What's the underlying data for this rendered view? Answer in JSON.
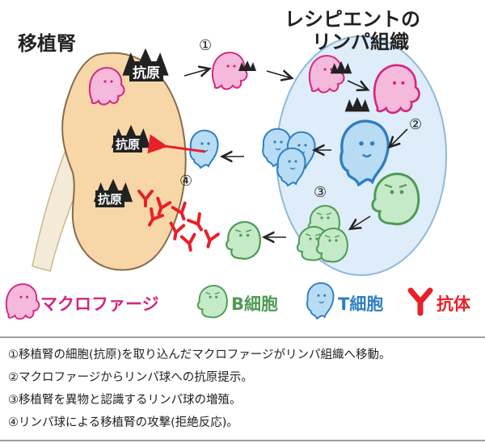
{
  "labels": {
    "kidney": "移植腎",
    "lymph_line1": "レシピエントの",
    "lymph_line2": "リンパ組織",
    "antigen": "抗原",
    "step1": "①",
    "step2": "②",
    "step3": "③",
    "step4": "④"
  },
  "legend": {
    "macrophage": "マクロファージ",
    "bcell": "B細胞",
    "tcell": "T細胞",
    "antibody": "抗体"
  },
  "notes": [
    "①移植腎の細胞(抗原)を取り込んだマクロファージがリンパ組織へ移動。",
    "②マクロファージからリンパ球への抗原提示。",
    "③移植腎を異物と認識するリンパ球の増殖。",
    "④リンパ球による移植腎の攻撃(拒絶反応)。"
  ],
  "colors": {
    "kidney_fill": "#f7d7a8",
    "kidney_stroke": "#8a6a4a",
    "lymph_fill": "#deedf9",
    "lymph_stroke": "#8fb9dd",
    "macrophage_fill": "#f5b9dc",
    "macrophage_stroke": "#d6257e",
    "bcell_fill": "#c4eac7",
    "bcell_stroke": "#4f9a54",
    "tcell_fill": "#b7dcf4",
    "tcell_stroke": "#2f7fc1",
    "antibody": "#e8202a"
  }
}
